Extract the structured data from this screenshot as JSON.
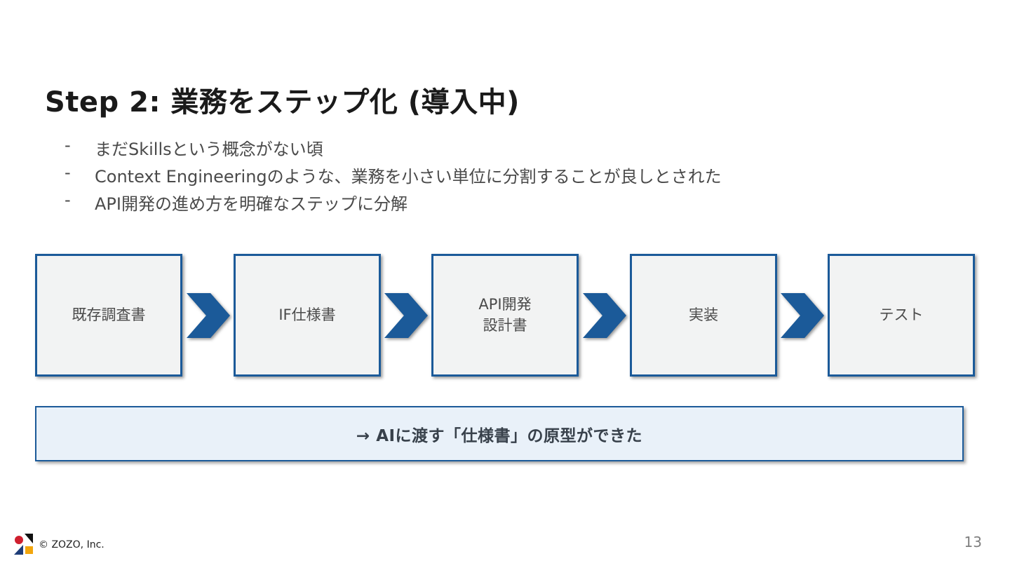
{
  "slide": {
    "title": "Step 2: 業務をステップ化 (導入中)",
    "bullet_marker": "-",
    "bullets": [
      "まだSkillsという概念がない頃",
      "Context Engineeringのような、業務を小さい単位に分割することが良しとされた",
      "API開発の進め方を明確なステップに分解"
    ],
    "flow_steps": [
      "既存調査書",
      "IF仕様書",
      "API開発\n設計書",
      "実装",
      "テスト"
    ],
    "banner_text": "→ AIに渡す「仕様書」の原型ができた",
    "footer": {
      "copyright": "© ZOZO, Inc.",
      "page_number": "13"
    },
    "colors": {
      "accent_blue": "#1b5a99",
      "box_fill": "#f2f3f3",
      "banner_fill": "#e9f1f9",
      "logo_red": "#cf1f2e",
      "logo_navy": "#1e3d78",
      "logo_yellow": "#f2a60d"
    }
  }
}
